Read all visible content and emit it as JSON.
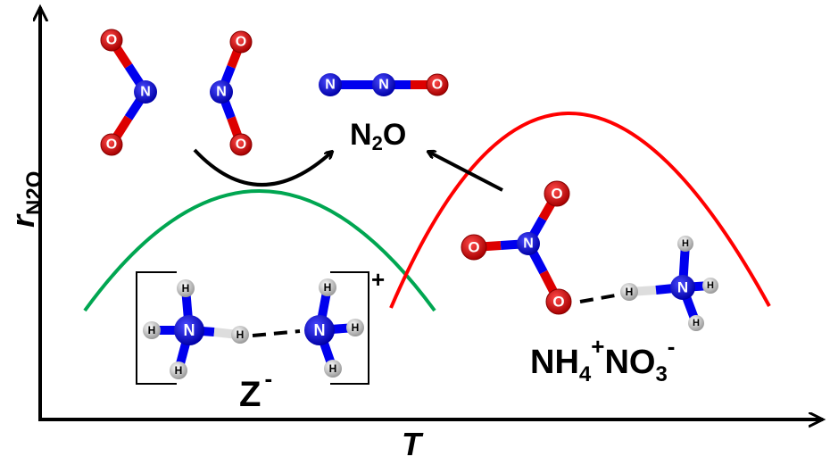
{
  "axes": {
    "y_label": "r",
    "y_label_sub": "N2O",
    "x_label": "T"
  },
  "labels": {
    "product": "N",
    "product_sub": "2",
    "product_tail": "O",
    "zeolite": "Z",
    "zeolite_charge": "-",
    "complex_charge": "+",
    "an_1": "NH",
    "an_1_sub": "4",
    "an_1_sup": "+",
    "an_2": "NO",
    "an_2_sub": "3",
    "an_2_sup": "-"
  },
  "atoms": {
    "N": "N",
    "O": "O",
    "H": "H"
  },
  "colors": {
    "green_curve": "#00a651",
    "red_curve": "#ff0000",
    "nitrogen": "#0000cc",
    "oxygen": "#cc0000",
    "hydrogen": "#dddddd"
  }
}
